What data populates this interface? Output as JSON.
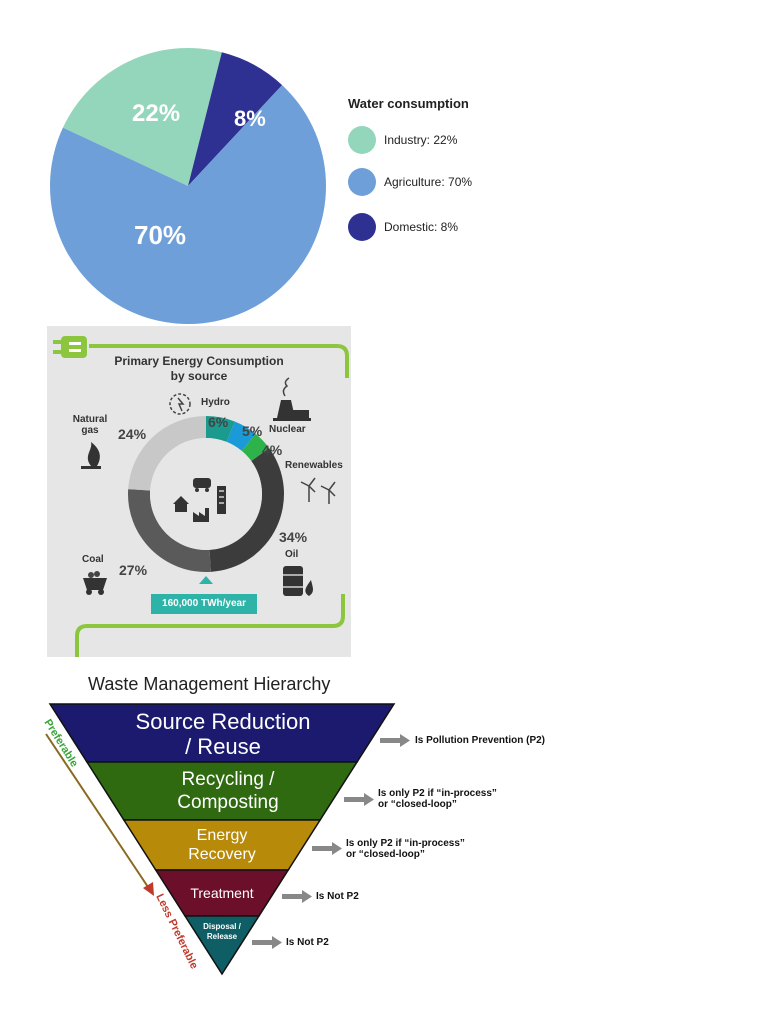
{
  "chart_data": [
    {
      "type": "pie",
      "title": "Water consumption",
      "slices": [
        {
          "label": "Industry: 22%",
          "display": "22%",
          "value": 22,
          "color": "#94d6bb"
        },
        {
          "label": "Agriculture: 70%",
          "display": "70%",
          "value": 70,
          "color": "#6f9fd8"
        },
        {
          "label": "Domestic: 8%",
          "display": "8%",
          "value": 8,
          "color": "#2e3192"
        }
      ]
    },
    {
      "type": "pie",
      "title": "Primary Energy Consumption",
      "subtitle": "by source",
      "total": "160,000 TWh/year",
      "slices": [
        {
          "label": "Hydro",
          "display": "6%",
          "value": 6,
          "color": "#1a9b8e"
        },
        {
          "label": "Nuclear",
          "display": "5%",
          "value": 5,
          "color": "#1a9ad6"
        },
        {
          "label": "Renewables",
          "display": "4%",
          "value": 4,
          "color": "#2db34a"
        },
        {
          "label": "Oil",
          "display": "34%",
          "value": 34,
          "color": "#3c3c3c"
        },
        {
          "label": "Coal",
          "display": "27%",
          "value": 27,
          "color": "#5a5a5a"
        },
        {
          "label": "Natural gas",
          "display": "24%",
          "value": 24,
          "color": "#c8c8c8"
        }
      ]
    }
  ],
  "energy_labels": {
    "natural_gas": "Natural gas",
    "hydro": "Hydro",
    "nuclear": "Nuclear",
    "renewables": "Renewables",
    "coal": "Coal",
    "oil": "Oil"
  },
  "waste": {
    "title": "Waste Management Hierarchy",
    "preferable": "Preferable",
    "less_preferable": "Less Preferable",
    "tiers": [
      {
        "label_1": "Source Reduction",
        "label_2": "/ Reuse",
        "note_1": "Is Pollution Prevention (P2)",
        "note_2": "",
        "color": "#1b1a6e"
      },
      {
        "label_1": "Recycling /",
        "label_2": "Composting",
        "note_1": "Is only P2 if “in-process”",
        "note_2": "or “closed-loop”",
        "color": "#2f6a10"
      },
      {
        "label_1": "Energy",
        "label_2": "Recovery",
        "note_1": "Is only P2 if “in-process”",
        "note_2": "or “closed-loop”",
        "color": "#b88a0a"
      },
      {
        "label_1": "Treatment",
        "label_2": "",
        "note_1": "Is Not P2",
        "note_2": "",
        "color": "#6b0f2a"
      },
      {
        "label_1": "Disposal /",
        "label_2": "Release",
        "note_1": "Is Not P2",
        "note_2": "",
        "color": "#0f5e66"
      }
    ]
  }
}
